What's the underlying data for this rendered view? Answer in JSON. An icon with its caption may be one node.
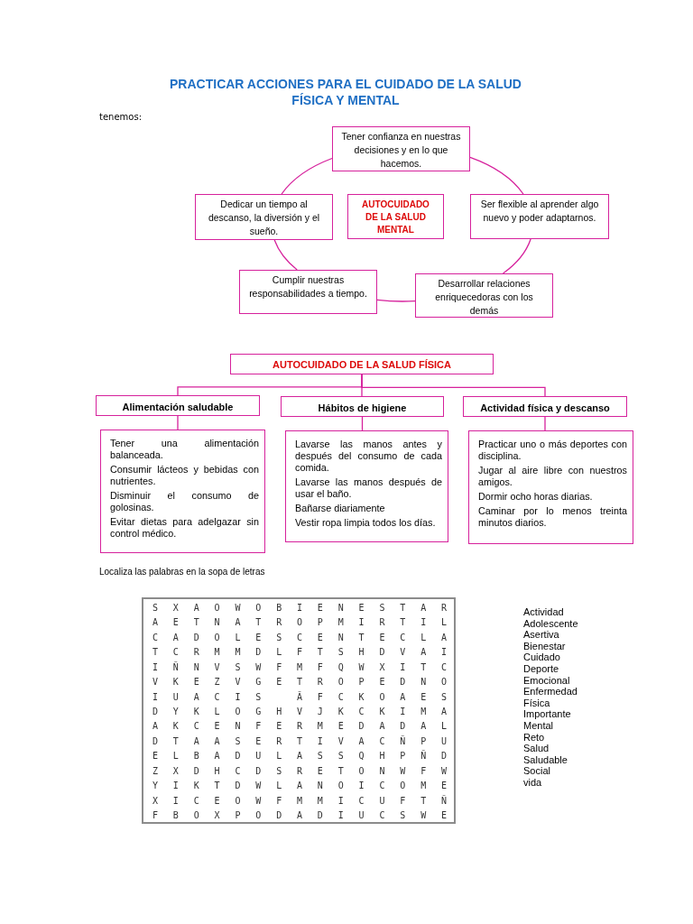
{
  "diagram": {
    "title": "PRACTICAR ACCIONES PARA EL CUIDADO DE LA SALUD FÍSICA Y MENTAL",
    "nodes": [
      {
        "text": [
          "Tener confianza en nuestras decisiones y en lo que hacemos."
        ]
      },
      {
        "text": [
          "Dedicar un tiempo al descanso, la diversión y el sueño."
        ]
      },
      {
        "text": [
          "AUTOCUIDADO DE LA SALUD MENTAL"
        ]
      },
      {
        "text": [
          "Ser flexible al aprender algo nuevo y poder adaptarnos."
        ]
      },
      {
        "text": [
          "Cumplir nuestras responsabilidades a tiempo."
        ]
      },
      {
        "text": [
          "Desarrollar relaciones enriquecedoras con los demás"
        ]
      },
      {
        "text": [
          "AUTOCUIDADO DE LA SALUD FÍSICA"
        ]
      },
      {
        "text": [
          "Alimentación saludable"
        ]
      },
      {
        "text": [
          "Hábitos de higiene"
        ]
      },
      {
        "text": [
          "Actividad física y descanso"
        ]
      },
      {
        "text": [
          "Tener una alimentación balanceada.",
          "Consumir lácteos y bebidas con nutrientes.",
          "Disminuir el consumo de golosinas.",
          "Evitar dietas para adelgazar sin control médico."
        ]
      },
      {
        "text": [
          "Lavarse las manos antes y después del consumo de cada comida.",
          "Lavarse las manos después de usar el baño.",
          "Bañarse diariamente",
          "Vestir ropa limpia todos los días."
        ]
      },
      {
        "text": [
          "Practicar uno o más deportes con disciplina.",
          "Jugar al aire libre con nuestros amigos.",
          "Dormir ocho horas diarias.",
          "Caminar por lo menos treinta minutos diarios."
        ]
      }
    ],
    "edges": [
      {
        "from": 0,
        "to": 3,
        "arrow": "none"
      },
      {
        "from": 3,
        "to": 5,
        "arrow": "none"
      },
      {
        "from": 5,
        "to": 4,
        "arrow": "none"
      },
      {
        "from": 4,
        "to": 1,
        "arrow": "none"
      },
      {
        "from": 1,
        "to": 0,
        "arrow": "none"
      },
      {
        "from": 6,
        "to": 7,
        "arrow": "none"
      },
      {
        "from": 6,
        "to": 8,
        "arrow": "none"
      },
      {
        "from": 6,
        "to": 9,
        "arrow": "none"
      },
      {
        "from": 7,
        "to": 10,
        "arrow": "none"
      },
      {
        "from": 8,
        "to": 11,
        "arrow": "none"
      },
      {
        "from": 9,
        "to": 12,
        "arrow": "none"
      }
    ],
    "labels": [
      "tenemos:",
      "Localiza las palabras en la sopa de letras",
      "S",
      "X",
      "A",
      "O",
      "W",
      "O",
      "B",
      "I",
      "E",
      "N",
      "E",
      "S",
      "T",
      "A",
      "R",
      "A",
      "E",
      "T",
      "N",
      "A",
      "T",
      "R",
      "O",
      "P",
      "M",
      "I",
      "R",
      "T",
      "I",
      "L",
      "C",
      "A",
      "D",
      "O",
      "L",
      "E",
      "S",
      "C",
      "E",
      "N",
      "T",
      "E",
      "C",
      "L",
      "A",
      "T",
      "C",
      "R",
      "M",
      "M",
      "D",
      "L",
      "F",
      "T",
      "S",
      "H",
      "D",
      "V",
      "A",
      "I",
      "I",
      "Ñ",
      "N",
      "V",
      "S",
      "W",
      "F",
      "M",
      "F",
      "Q",
      "W",
      "X",
      "I",
      "T",
      "C",
      "V",
      "K",
      "E",
      "Z",
      "V",
      "G",
      "E",
      "T",
      "R",
      "O",
      "P",
      "E",
      "D",
      "N",
      "O",
      "I",
      "U",
      "A",
      "C",
      "I",
      "S",
      "Ă",
      "F",
      "C",
      "K",
      "O",
      "A",
      "E",
      "S",
      "D",
      "Y",
      "K",
      "L",
      "O",
      "G",
      "H",
      "V",
      "J",
      "K",
      "C",
      "K",
      "I",
      "M",
      "A",
      "A",
      "K",
      "C",
      "E",
      "N",
      "F",
      "E",
      "R",
      "M",
      "E",
      "D",
      "A",
      "D",
      "A",
      "L",
      "D",
      "T",
      "A",
      "A",
      "S",
      "E",
      "R",
      "T",
      "I",
      "V",
      "A",
      "C",
      "Ñ",
      "P",
      "U",
      "E",
      "L",
      "B",
      "A",
      "D",
      "U",
      "L",
      "A",
      "S",
      "S",
      "Q",
      "H",
      "P",
      "Ñ",
      "D",
      "Z",
      "X",
      "D",
      "H",
      "C",
      "D",
      "S",
      "R",
      "E",
      "T",
      "O",
      "N",
      "W",
      "F",
      "W",
      "Y",
      "I",
      "K",
      "T",
      "D",
      "W",
      "L",
      "A",
      "N",
      "O",
      "I",
      "C",
      "O",
      "M",
      "E",
      "X",
      "I",
      "C",
      "E",
      "O",
      "W",
      "F",
      "M",
      "M",
      "I",
      "C",
      "U",
      "F",
      "T",
      "Ñ",
      "F",
      "B",
      "O",
      "X",
      "P",
      "O",
      "D",
      "A",
      "D",
      "I",
      "U",
      "C",
      "S",
      "W",
      "E",
      "Actividad",
      "Adolescente",
      "Asertiva",
      "Bienestar",
      "Cuidado",
      "Deporte",
      "Emocional",
      "Enfermedad",
      "Física",
      "Importante",
      "Mental",
      "Reto",
      "Salud",
      "Saludable",
      "Social",
      "vida"
    ]
  }
}
